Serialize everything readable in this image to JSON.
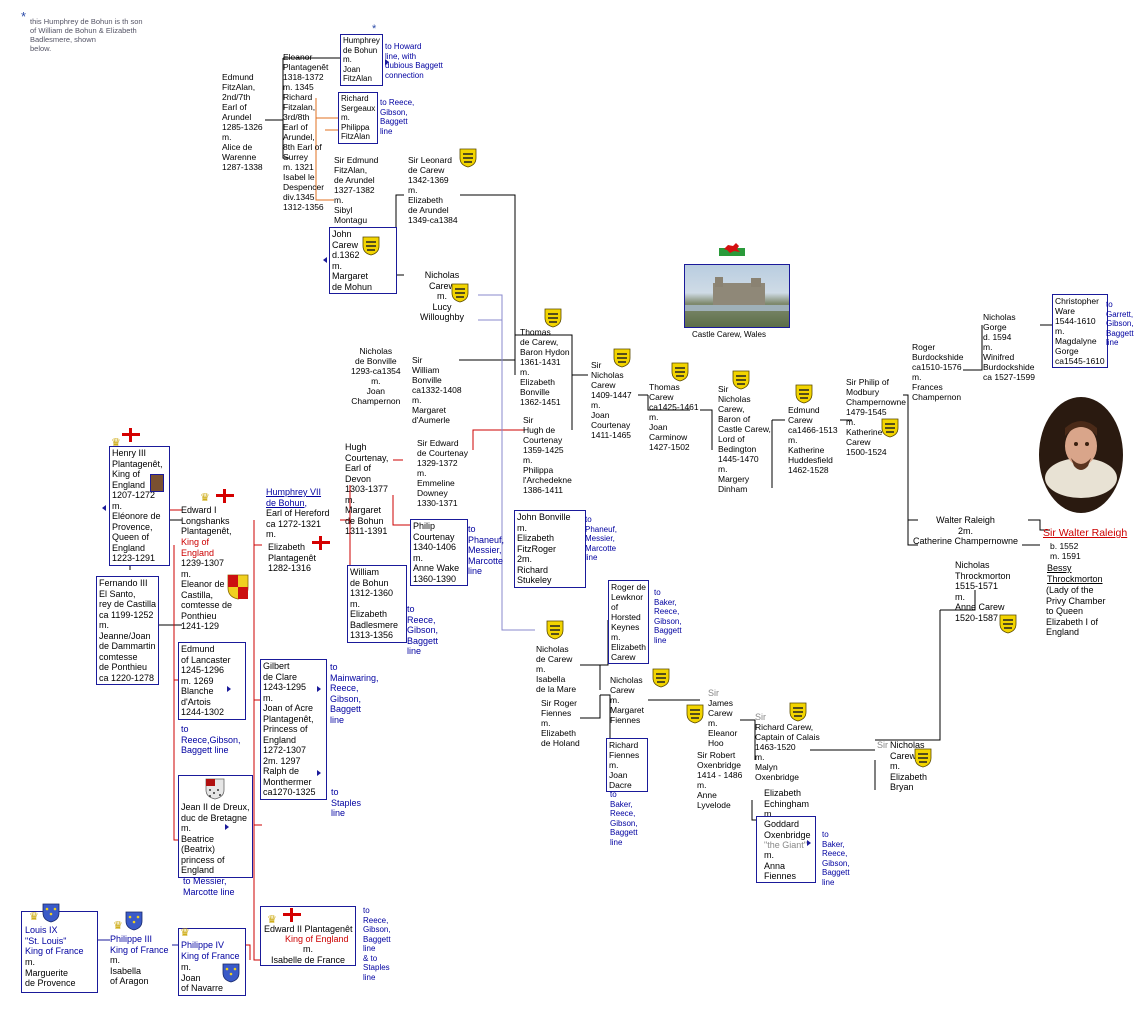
{
  "footnote": {
    "star": "*",
    "text": "this Humphrey de Bohun is th son\nof William de Bohun & Elizabeth\nBadlesmere, shown\nbelow."
  },
  "people": {
    "edmund_fitzalan": "Edmund\nFitzAlan,\n2nd/7th\nEarl of\nArundel\n1285-1326\nm.\nAlice de\nWarenne\n1287-1338",
    "eleanor_plantagenet": "Eleanor\nPlantagenêt\n1318-1372\nm. 1345",
    "richard_fitzalan": "Richard\nFitzalan,\n3rd/8th\nEarl of\nArundel,\n8th Earl of\nSurrey\nm. 1321\nIsabel le\nDespencer\ndiv.1345\n1312-1356",
    "humphrey_joan": "Humphrey\nde Bohun\nm.\nJoan\nFitzAlan",
    "humphrey_star": "*",
    "richard_sergeaux": "Richard\nSergeaux\nm.\nPhilippa\nFitzAlan",
    "sir_edmund_fitzalan": "Sir Edmund\nFitzAlan,\nde Arundel\n1327-1382\nm.\nSibyl\nMontagu",
    "sir_leonard_carew": "Sir Leonard\nde Carew\n1342-1369\nm.\nElizabeth\nde Arundel\n1349-ca1384",
    "john_carew": "John\nCarew\nd.1362\nm.\nMargaret\nde Mohun",
    "nicholas_carew_lucy": "Nicholas\nCarew\nm.\nLucy\nWilloughby",
    "thomas_de_carew": "Thomas\nde Carew,\nBaron Hydon\n1361-1431\nm.\nElizabeth\nBonville\n1362-1451",
    "nicholas_bonville": "Nicholas\nde Bonville\n1293-ca1354\nm.\nJoan\nChampernon",
    "sir_william_bonville": "Sir\nWilliam\nBonville\nca1332-1408\nm.\nMargaret\nd'Aumerle",
    "sir_nicholas_carew_1409": "Sir\nNicholas\nCarew\n1409-1447\nm.\nJoan\nCourtenay\n1411-1465",
    "thomas_carew_1425": "Thomas\nCarew\nca1425-1461\nm.\nJoan\nCarminow\n1427-1502",
    "sir_nicholas_baron": "Sir\nNicholas\nCarew,\nBaron of\nCastle Carew,\nLord of\nBedington\n1445-1470\nm.\nMargery\nDinham",
    "edmund_carew": "Edmund\nCarew\nca1466-1513\nm.\nKatherine\nHuddesfield\n1462-1528",
    "sir_philip_modbury": "Sir Philip of\nModbury\nChampernowne\n1479-1545\nm.\nKatherine\nCarew\n1500-1524",
    "roger_burdockshide": "Roger\nBurdockshide\nca1510-1576\nm.\nFrances\nChampernon",
    "nicholas_gorge": "Nicholas\nGorge\nd. 1594\nm.\nWinifred\nBurdockshide\nca 1527-1599",
    "christopher_ware": "Christopher\nWare\n1544-1610\nm.\nMagdalyne\nGorge\nca1545-1610",
    "sir_hugh_courtenay": "Sir\nHugh de\nCourtenay\n1359-1425\nm.\nPhilippa\nl'Archedekne\n1386-1411",
    "sir_edward_courtenay": "Sir Edward\nde Courtenay\n1329-1372\nm.\nEmmeline\nDowney\n1330-1371",
    "hugh_courtenay_devon": "Hugh\nCourtenay,\nEarl of\nDevon\n1303-1377\nm.\nMargaret\nde Bohun\n1311-1391",
    "philip_courtenay": "Philip\nCourtenay\n1340-1406\nm.\nAnne Wake\n1360-1390",
    "john_bonville": "John Bonville\nm.\nElizabeth\nFitzRoger\n2m.\nRichard\nStukeley",
    "humphrey_vii": "Humphrey VII\nde Bohun,",
    "humphrey_vii_rest": "Earl of Hereford\nca 1272-1321\nm.",
    "elizabeth_plantagenet": "Elizabeth\nPlantagenêt\n1282-1316",
    "william_bohun": "William\nde Bohun\n1312-1360\nm.\nElizabeth\nBadlesmere\n1313-1356",
    "henry_iii": "Henry III\nPlantagenêt,\nKing of\nEngland\n1207-1272\nm.\nEléonore de\nProvence,\nQueen of\nEngland\n1223-1291",
    "edward_i_a": "Edward I\nLongshanks\nPlantagenêt,",
    "edward_i_king": "King of\nEngland",
    "edward_i_b": "1239-1307\nm.\nEleanor de\nCastilla,\ncomtesse de\nPonthieu\n1241-129",
    "fernando_iii": "Fernando III\nEl Santo,\nrey de Castilla\nca 1199-1252\nm.\nJeanne/Joan\nde Dammartin\ncomtesse\nde Ponthieu\nca 1220-1278",
    "edmund_lancaster": "Edmund\nof Lancaster\n1245-1296\nm. 1269\nBlanche\nd'Artois\n1244-1302",
    "gilbert_de_clare": "Gilbert\nde Clare\n1243-1295\nm.\nJoan of Acre\nPlantagenêt,\nPrincess of\nEngland\n1272-1307\n2m. 1297\nRalph de\nMonthermer\nca1270-1325",
    "jean_ii_dreux": "Jean II de Dreux,\nduc de Bretagne\nm.\nBeatrice\n(Beatrix)\nprincess of\nEngland",
    "edward_ii": "Edward II Plantagenêt",
    "edward_ii_king": "King of England",
    "edward_ii_rest": "m.\nIsabelle de France",
    "louis_ix": "Louis IX\n\"St. Louis\"\nKing of France",
    "louis_ix_rest": "m.\nMarguerite\nde Provence",
    "philippe_iii": "Philippe III\nKing of France",
    "philippe_iii_rest": "m.\nIsabella\nof Aragon",
    "philippe_iv": "Philippe IV\nKing of France",
    "philippe_iv_rest": "m.\nJoan\nof Navarre",
    "nicholas_carew_isabella": "Nicholas\nde Carew\nm.\nIsabella\nde la Mare",
    "sir_roger_fiennes": "Sir Roger\nFiennes\nm.\nElizabeth\nde Holand",
    "nicholas_carew_fiennes": "Nicholas\nCarew\nm.\nMargaret\nFiennes",
    "richard_fiennes": "Richard\nFiennes\nm.\nJoan\nDacre",
    "roger_de_lewknor": "Roger de\nLewknor\nof\nHorsted\nKeynes\nm.\nElizabeth\nCarew",
    "sir_james_carew_sir": "Sir",
    "sir_james_carew": "James\nCarew\nm.\nEleanor\nHoo",
    "sir_robert_oxenbridge": "Sir Robert\nOxenbridge\n1414 - 1486\nm.\nAnne\nLyvelode",
    "sir_richard_carew_sir": "Sir",
    "sir_richard_carew": "Richard Carew,\nCaptain of Calais\n1463-1520\nm.\nMalyn\nOxenbridge",
    "elizabeth_echingham": "Elizabeth\nEchingham\nm.",
    "goddard_a": "Goddard\nOxenbridge",
    "goddard_giant": "\"the Giant\"",
    "goddard_b": "m.\nAnna\nFiennes",
    "sir_nicholas_carew_bryan_sir": "Sir",
    "sir_nicholas_carew_bryan": "Nicholas\nCarew\nm.\nElizabeth\nBryan",
    "walter_raleigh": "Walter Raleigh\n2m.\nCatherine Champernowne",
    "sir_walter_raleigh": "Sir Walter Raleigh",
    "raleigh_dates": "b. 1552\nm. 1591",
    "bessy": "Bessy\nThrockmorton",
    "bessy_rest": "(Lady of the\nPrivy Chamber\nto Queen\nElizabeth I of\nEngland",
    "nicholas_throckmorton": "Nicholas\nThrockmorton\n1515-1571\nm.\nAnne Carew\n1520-1587"
  },
  "links": {
    "howard": "to Howard\nline, with\ndubious Baggett\nconnection",
    "reece_1": "to Reece,\nGibson,\nBaggett\nline",
    "garrett": "to\nGarrett,\nGibson,\nBaggett\nline",
    "phaneuf_1": "to\nPhaneuf,\nMessier,\nMarcotte\nline",
    "phaneuf_2": "to\nPhaneuf,\nMessier,\nMarcotte\nline",
    "reece_2": "to\nReece,\nGibson,\nBaggett\nline",
    "mainwaring": "to\nMainwaring,\nReece,\nGibson,\nBaggett\nline",
    "staples_1": "to\nStaples\nline",
    "reece_lancaster": "to\nReece,Gibson,\nBaggett line",
    "messier_marcotte": "to Messier,\nMarcotte line",
    "reece_edward_ii": "to\nReece,\nGibson,\nBaggett\nline\n& to\nStaples\nline",
    "baker_1": "to\nBaker,\nReece,\nGibson,\nBaggett\nline",
    "baker_2": "to\nBaker,\nReece,\nGibson,\nBaggett\nline",
    "baker_3": "to\nBaker,\nReece,\nGibson,\nBaggett\nline"
  },
  "castle_caption": "Castle Carew, Wales",
  "icons": {
    "carew_arms": "carew-arms-icon",
    "crown": "crown-icon",
    "cross": "st-george-cross-icon",
    "wales_flag": "wales-flag-icon",
    "france_arms": "france-arms-icon"
  },
  "colors": {
    "box_border": "#1a1a9a",
    "line_black": "#000000",
    "line_red": "#cc0000",
    "line_orange": "#e07020",
    "line_purple": "#8888cc",
    "link_blue": "#0000a0",
    "crown_gold": "#c9a400",
    "shield_yellow": "#f2d400"
  }
}
